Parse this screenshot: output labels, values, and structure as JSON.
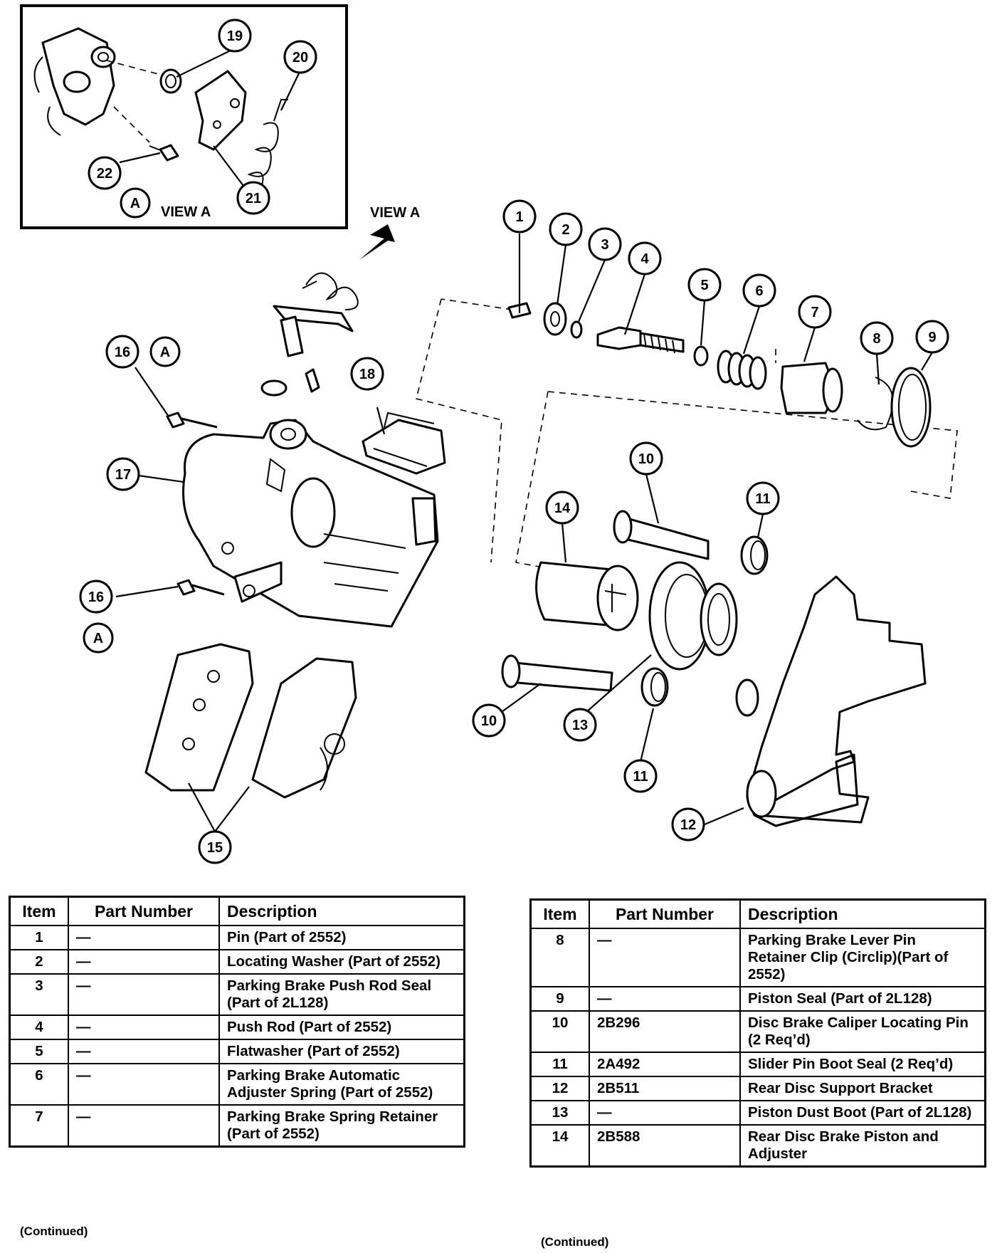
{
  "diagram": {
    "inset_label": "VIEW A",
    "arrow_label": "VIEW A",
    "view_marker": "A"
  },
  "callouts": [
    "1",
    "2",
    "3",
    "4",
    "5",
    "6",
    "7",
    "8",
    "9",
    "10",
    "11",
    "12",
    "13",
    "14",
    "15",
    "16",
    "17",
    "18",
    "19",
    "20",
    "21",
    "22"
  ],
  "tables": [
    {
      "headers": {
        "item": "Item",
        "part_number": "Part Number",
        "description": "Description"
      },
      "rows": [
        {
          "item": "1",
          "part": "—",
          "desc": "Pin (Part of 2552)"
        },
        {
          "item": "2",
          "part": "—",
          "desc": "Locating Washer (Part of 2552)"
        },
        {
          "item": "3",
          "part": "—",
          "desc": "Parking Brake Push Rod Seal (Part of 2L128)"
        },
        {
          "item": "4",
          "part": "—",
          "desc": "Push Rod (Part of 2552)"
        },
        {
          "item": "5",
          "part": "—",
          "desc": "Flatwasher (Part of 2552)"
        },
        {
          "item": "6",
          "part": "—",
          "desc": "Parking Brake Automatic Adjuster Spring (Part of 2552)"
        },
        {
          "item": "7",
          "part": "—",
          "desc": "Parking Brake Spring Retainer (Part of 2552)"
        }
      ],
      "footer": "(Continued)"
    },
    {
      "headers": {
        "item": "Item",
        "part_number": "Part Number",
        "description": "Description"
      },
      "rows": [
        {
          "item": "8",
          "part": "—",
          "desc": "Parking Brake Lever Pin Retainer Clip (Circlip)(Part of 2552)"
        },
        {
          "item": "9",
          "part": "—",
          "desc": "Piston Seal (Part of 2L128)"
        },
        {
          "item": "10",
          "part": "2B296",
          "desc": "Disc Brake Caliper Locating Pin (2 Req’d)"
        },
        {
          "item": "11",
          "part": "2A492",
          "desc": "Slider Pin Boot Seal (2 Req’d)"
        },
        {
          "item": "12",
          "part": "2B511",
          "desc": "Rear Disc Support Bracket"
        },
        {
          "item": "13",
          "part": "—",
          "desc": "Piston Dust Boot (Part of 2L128)"
        },
        {
          "item": "14",
          "part": "2B588",
          "desc": "Rear Disc Brake Piston and Adjuster"
        }
      ],
      "footer": "(Continued)"
    }
  ]
}
